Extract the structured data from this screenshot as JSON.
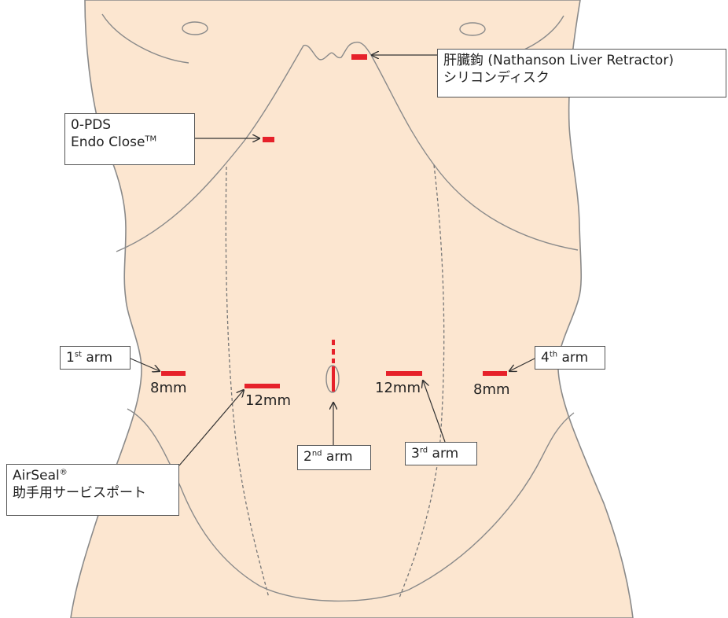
{
  "colors": {
    "skin": "#FCE6D0",
    "outline": "#8A8A8A",
    "incision": "#E6212A",
    "dashed": "#777777"
  },
  "labels": {
    "liver_line1": "肝臓鉤 (Nathanson Liver Retractor)",
    "liver_line2": "シリコンディスク",
    "pds_line1": "0-PDS",
    "pds_line2_main": "Endo Close",
    "pds_line2_sup": "TM",
    "arm1_num": "1",
    "arm1_sup": "st",
    "arm1_word": " arm",
    "arm2_num": "2",
    "arm2_sup": "nd",
    "arm2_word": " arm",
    "arm3_num": "3",
    "arm3_sup": "rd",
    "arm3_word": " arm",
    "arm4_num": "4",
    "arm4_sup": "th",
    "arm4_word": " arm",
    "airseal_main": "AirSeal",
    "airseal_sup": "®",
    "airseal_line2": "助手用サービスポート"
  },
  "sizes": {
    "arm1": "8mm",
    "assist": "12mm",
    "arm3": "12mm",
    "arm4": "8mm"
  }
}
